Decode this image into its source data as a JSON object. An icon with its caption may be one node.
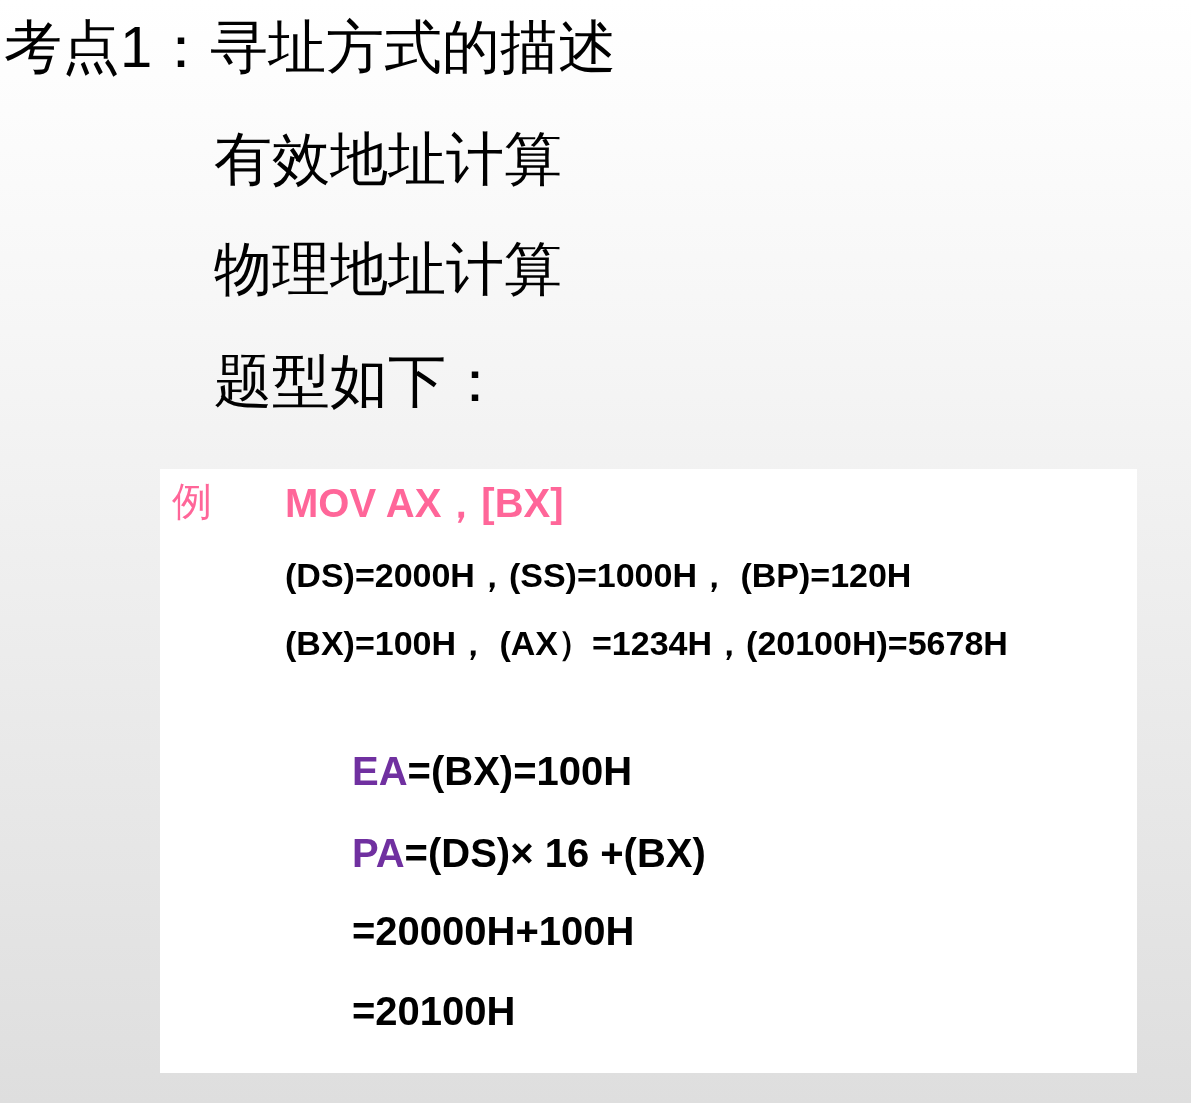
{
  "diagram": {
    "title": "考点1：寻址方式的描述",
    "labels": [
      "有效地址计算",
      "物理地址计算",
      "题型如下：",
      "例",
      "MOV AX，[BX]",
      "(DS)=2000H，(SS)=1000H， (BP)=120H",
      "(BX)=100H， (AX）=1234H，(20100H)=5678H",
      "EA=(BX)=100H",
      "PA=(DS)× 16 +(BX)",
      "=20000H+100H",
      "=20100H"
    ]
  }
}
